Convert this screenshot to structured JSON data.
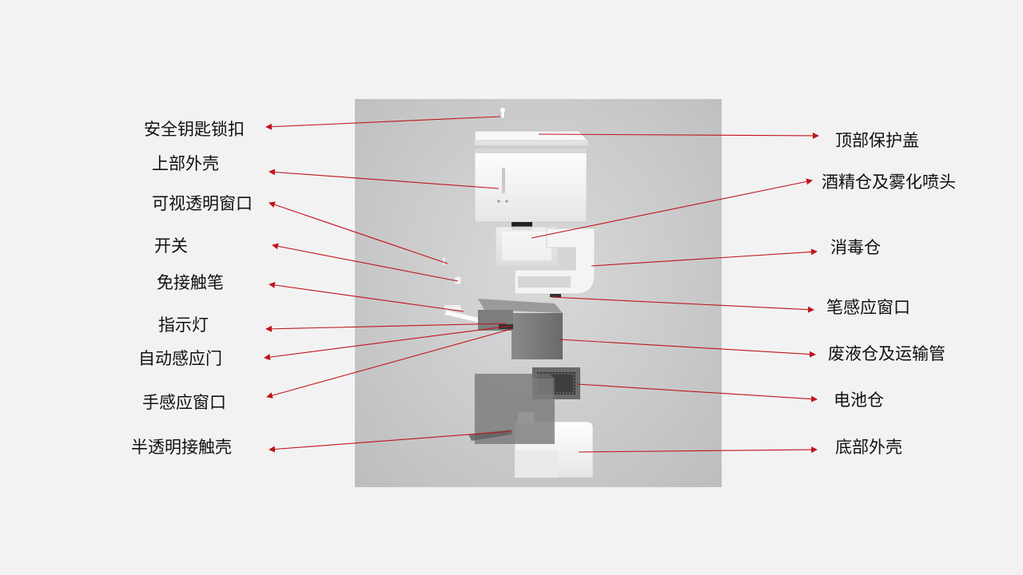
{
  "labels_left": [
    "安全钥匙锁扣",
    "上部外壳",
    "可视透明窗口",
    "开关",
    "免接触笔",
    "指示灯",
    "自动感应门",
    "手感应窗口",
    "半透明接触壳"
  ],
  "labels_right": [
    "顶部保护盖",
    "酒精仓及雾化喷头",
    "消毒仓",
    "笔感应窗口",
    "废液仓及运输管",
    "电池仓",
    "底部外壳"
  ],
  "colors": {
    "leader_line": "#c0141c",
    "background": "#f2f2f2",
    "stage": "#c9c9c9"
  }
}
